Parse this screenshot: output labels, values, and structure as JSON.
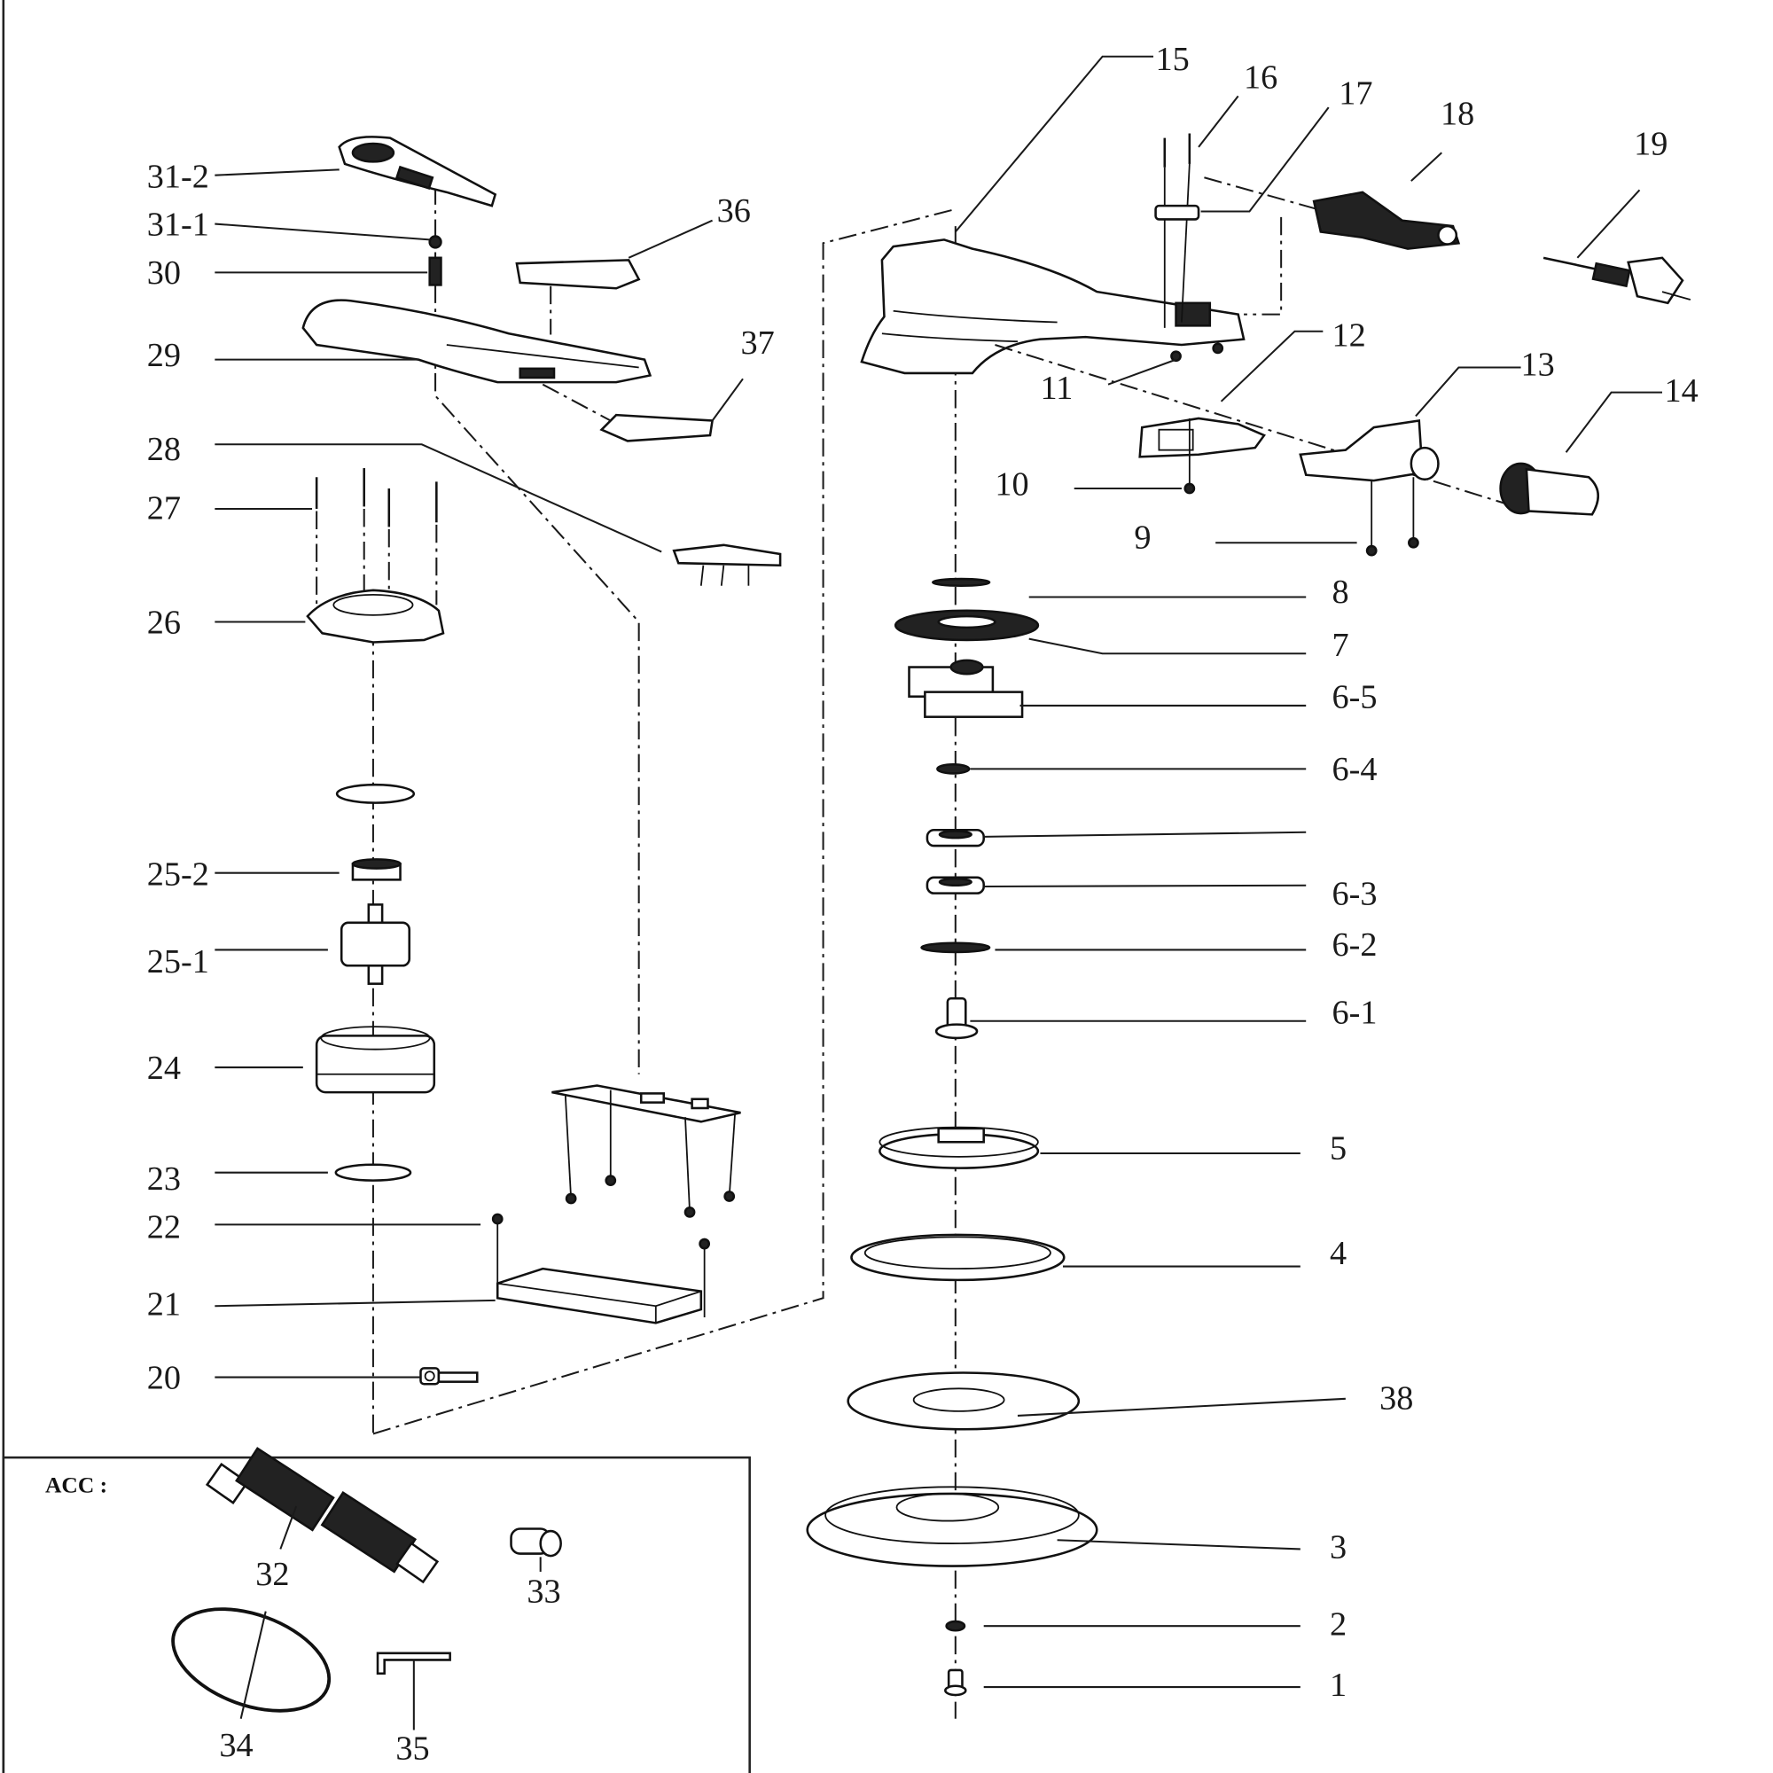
{
  "diagram": {
    "type": "exploded-parts-view",
    "subject": "random orbital sander",
    "accessories_heading": "ACC :",
    "labels": {
      "p1": "1",
      "p2": "2",
      "p3": "3",
      "p4": "4",
      "p5": "5",
      "p6_1": "6-1",
      "p6_2": "6-2",
      "p6_3": "6-3",
      "p6_4": "6-4",
      "p6_5": "6-5",
      "p7": "7",
      "p8": "8",
      "p9": "9",
      "p10": "10",
      "p11": "11",
      "p12": "12",
      "p13": "13",
      "p14": "14",
      "p15": "15",
      "p16": "16",
      "p17": "17",
      "p18": "18",
      "p19": "19",
      "p20": "20",
      "p21": "21",
      "p22": "22",
      "p23": "23",
      "p24": "24",
      "p25_1": "25-1",
      "p25_2": "25-2",
      "p26": "26",
      "p27": "27",
      "p28": "28",
      "p29": "29",
      "p30": "30",
      "p31_1": "31-1",
      "p31_2": "31-2",
      "p32": "32",
      "p33": "33",
      "p34": "34",
      "p35": "35",
      "p36": "36",
      "p37": "37",
      "p38": "38"
    }
  }
}
